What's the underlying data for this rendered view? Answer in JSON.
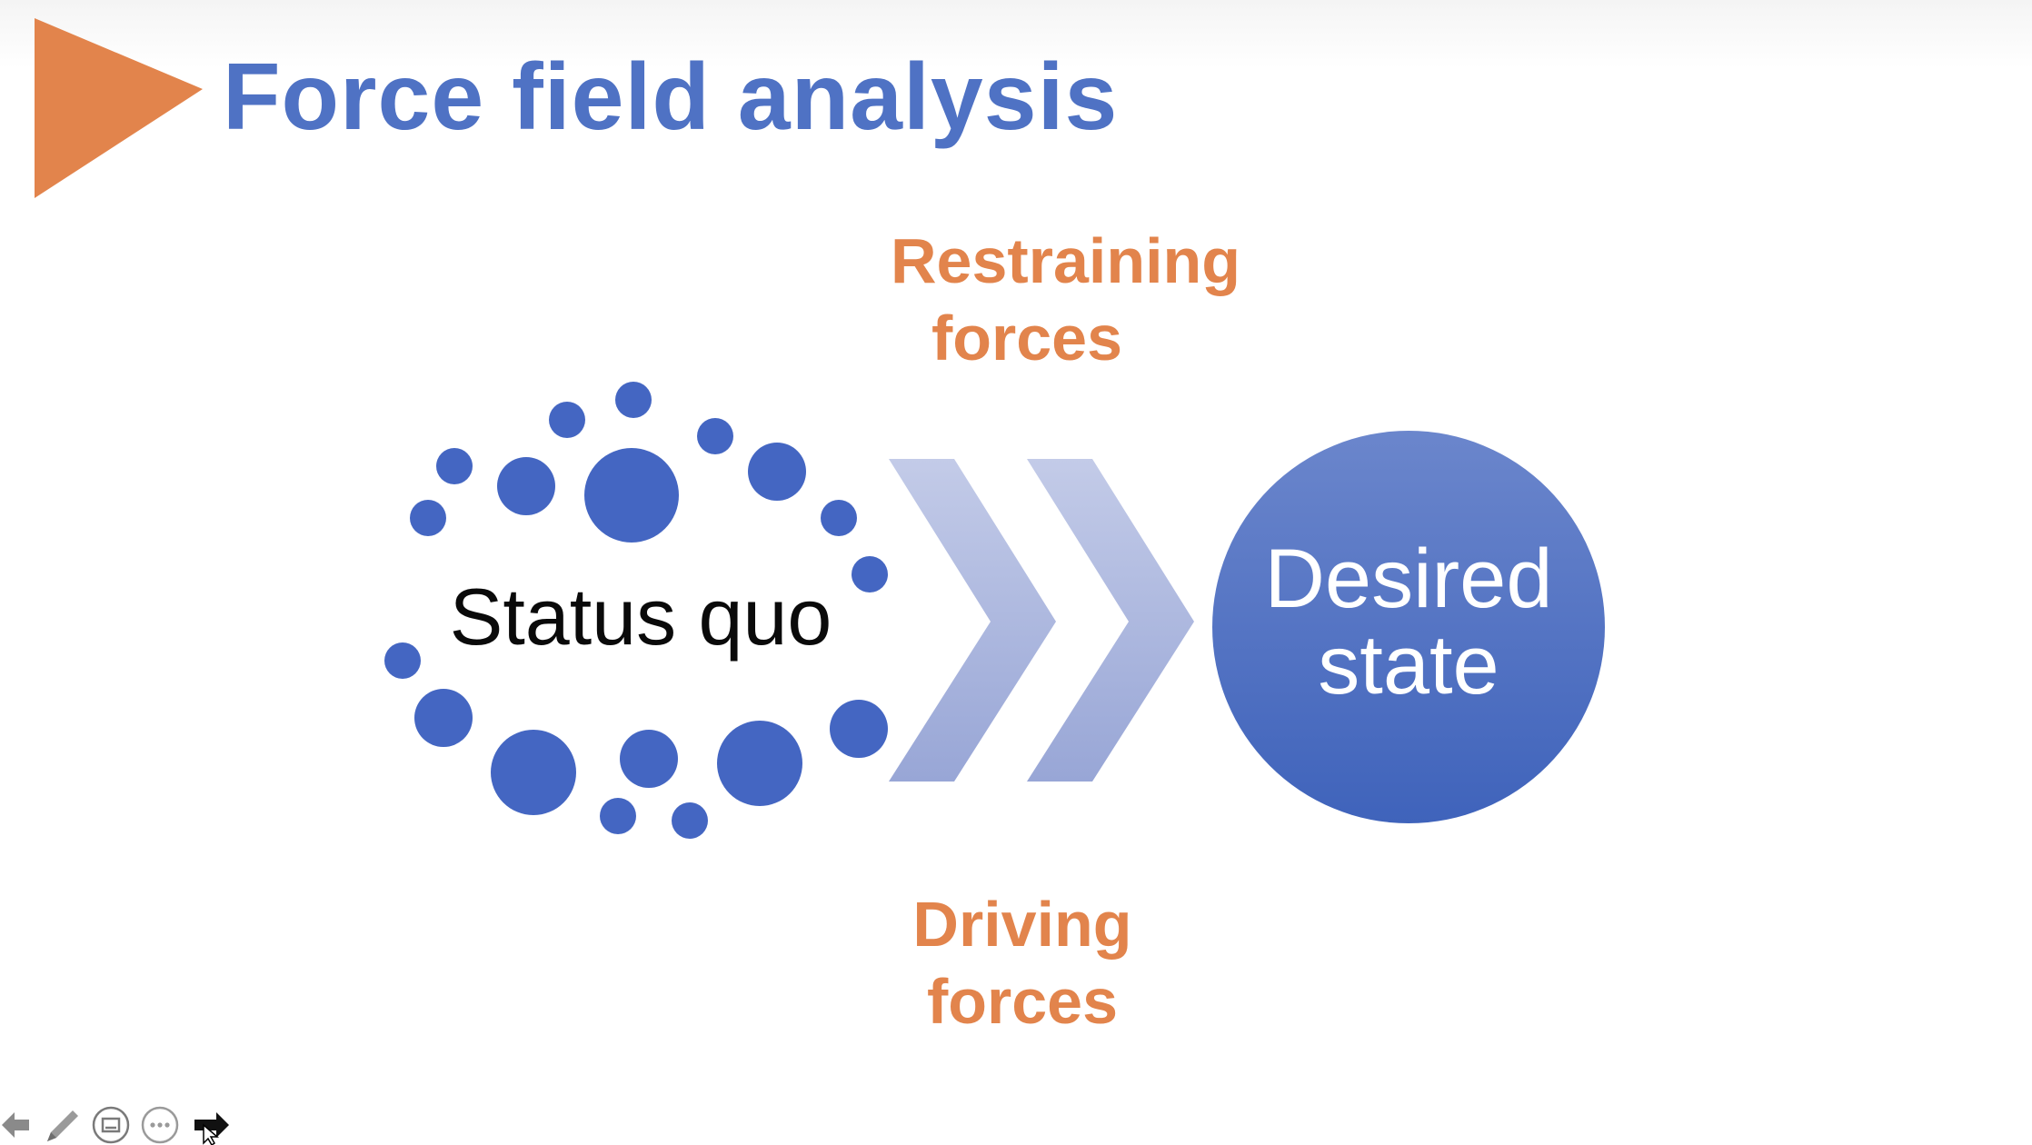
{
  "slide": {
    "title": "Force field analysis",
    "restraining_forces": [
      "Restraining",
      "forces"
    ],
    "driving_forces": [
      "Driving",
      "forces"
    ],
    "status_quo": "Status quo",
    "desired_state": [
      "Desired",
      "state"
    ]
  },
  "colors": {
    "title": "#4f72c4",
    "accent_orange": "#e2844c",
    "dot_blue": "#4466c2",
    "chevron": "#aab5dc",
    "circle_top": "#6b86cc",
    "circle_bottom": "#3f63bb"
  },
  "toolbar": {
    "buttons": [
      {
        "name": "previous-slide",
        "icon": "arrow-left-icon"
      },
      {
        "name": "pen",
        "icon": "pen-icon"
      },
      {
        "name": "slide-overview",
        "icon": "slides-grid-icon"
      },
      {
        "name": "more-options",
        "icon": "ellipsis-icon"
      },
      {
        "name": "next-slide",
        "icon": "arrow-right-icon"
      }
    ]
  }
}
